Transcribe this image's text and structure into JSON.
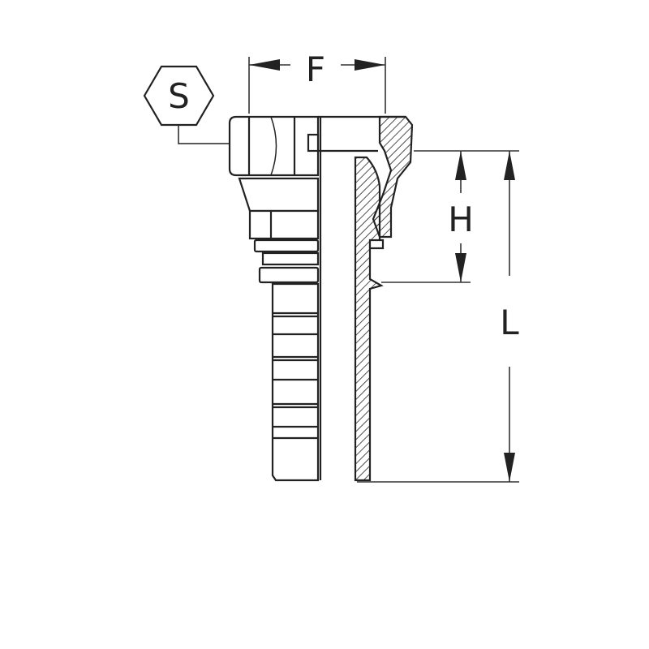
{
  "diagram": {
    "labels": {
      "hex_size": "S",
      "thread_size": "F",
      "nut_depth": "H",
      "overall_length": "L"
    },
    "colors": {
      "stroke": "#222222",
      "background": "#ffffff"
    }
  }
}
